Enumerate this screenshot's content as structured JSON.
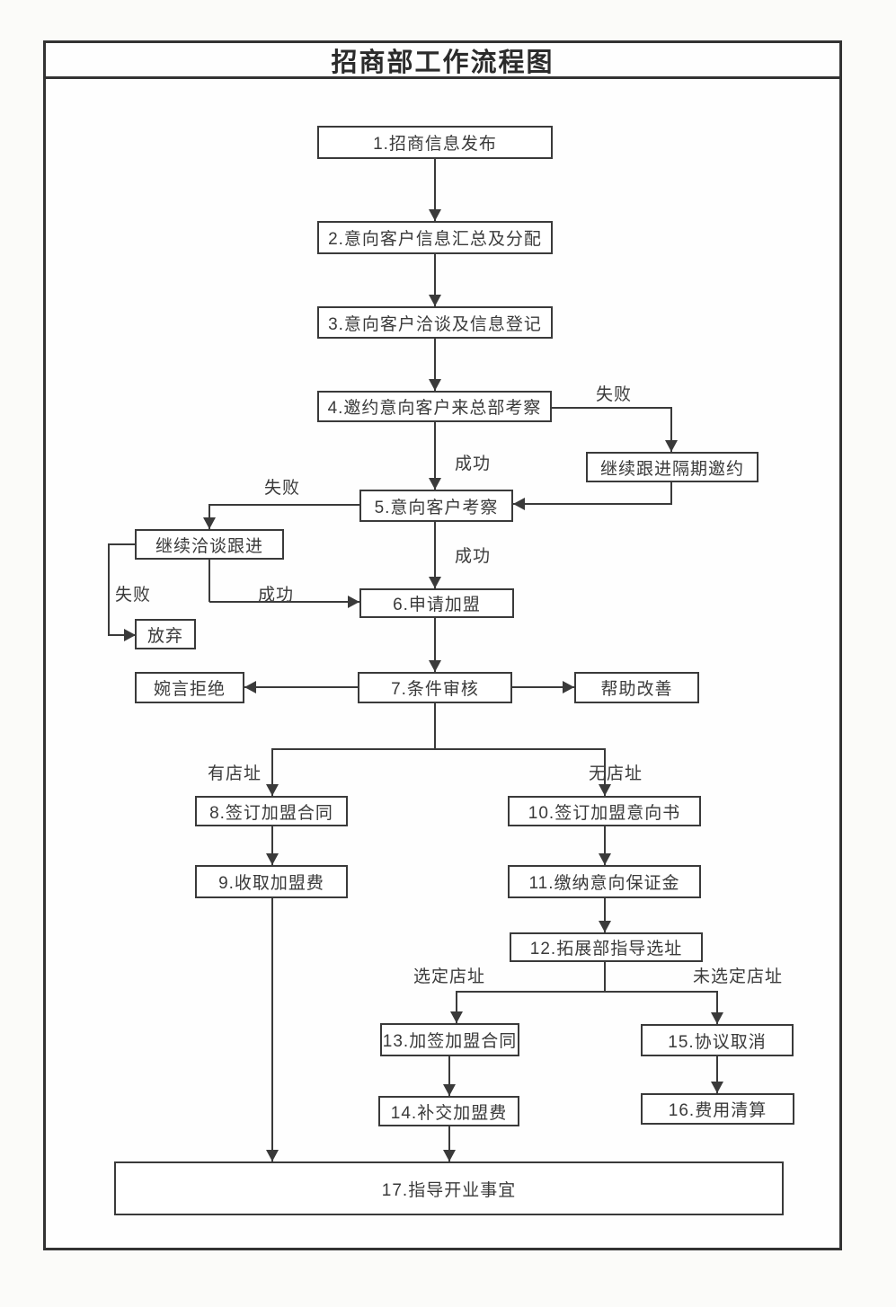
{
  "title": "招商部工作流程图",
  "colors": {
    "line": "#3a3a3a",
    "border": "#333333",
    "text": "#333333",
    "background": "#ffffff"
  },
  "nodes": {
    "n1": "1.招商信息发布",
    "n2": "2.意向客户信息汇总及分配",
    "n3": "3.意向客户洽谈及信息登记",
    "n4": "4.邀约意向客户来总部考察",
    "n5": "5.意向客户考察",
    "n6": "6.申请加盟",
    "n7": "7.条件审核",
    "n8": "8.签订加盟合同",
    "n9": "9.收取加盟费",
    "n10": "10.签订加盟意向书",
    "n11": "11.缴纳意向保证金",
    "n12": "12.拓展部指导选址",
    "n13": "13.加签加盟合同",
    "n14": "14.补交加盟费",
    "n15": "15.协议取消",
    "n16": "16.费用清算",
    "n17": "17.指导开业事宜",
    "follow_invite": "继续跟进隔期邀约",
    "follow_talk": "继续洽谈跟进",
    "give_up": "放弃",
    "reject": "婉言拒绝",
    "improve": "帮助改善"
  },
  "edge_labels": {
    "fail_invite": "失败",
    "success_visit": "成功",
    "fail_visit": "失败",
    "success_apply": "成功",
    "fail_talk": "失败",
    "success_talk": "成功",
    "has_site": "有店址",
    "no_site": "无店址",
    "site_selected": "选定店址",
    "site_not_selected": "未选定店址"
  },
  "edges": [
    {
      "from": "n1",
      "to": "n2",
      "label": ""
    },
    {
      "from": "n2",
      "to": "n3",
      "label": ""
    },
    {
      "from": "n3",
      "to": "n4",
      "label": ""
    },
    {
      "from": "n4",
      "to": "n5",
      "label": "成功"
    },
    {
      "from": "n4",
      "to": "follow_invite",
      "label": "失败"
    },
    {
      "from": "follow_invite",
      "to": "n5",
      "label": ""
    },
    {
      "from": "n5",
      "to": "follow_talk",
      "label": "失败"
    },
    {
      "from": "n5",
      "to": "n6",
      "label": "成功"
    },
    {
      "from": "follow_talk",
      "to": "n6",
      "label": "成功"
    },
    {
      "from": "follow_talk",
      "to": "give_up",
      "label": "失败"
    },
    {
      "from": "n6",
      "to": "n7",
      "label": ""
    },
    {
      "from": "n7",
      "to": "reject",
      "label": ""
    },
    {
      "from": "n7",
      "to": "improve",
      "label": ""
    },
    {
      "from": "n7",
      "to": "n8",
      "label": "有店址"
    },
    {
      "from": "n7",
      "to": "n10",
      "label": "无店址"
    },
    {
      "from": "n8",
      "to": "n9",
      "label": ""
    },
    {
      "from": "n10",
      "to": "n11",
      "label": ""
    },
    {
      "from": "n11",
      "to": "n12",
      "label": ""
    },
    {
      "from": "n12",
      "to": "n13",
      "label": "选定店址"
    },
    {
      "from": "n12",
      "to": "n15",
      "label": "未选定店址"
    },
    {
      "from": "n13",
      "to": "n14",
      "label": ""
    },
    {
      "from": "n15",
      "to": "n16",
      "label": ""
    },
    {
      "from": "n9",
      "to": "n17",
      "label": ""
    },
    {
      "from": "n14",
      "to": "n17",
      "label": ""
    }
  ]
}
